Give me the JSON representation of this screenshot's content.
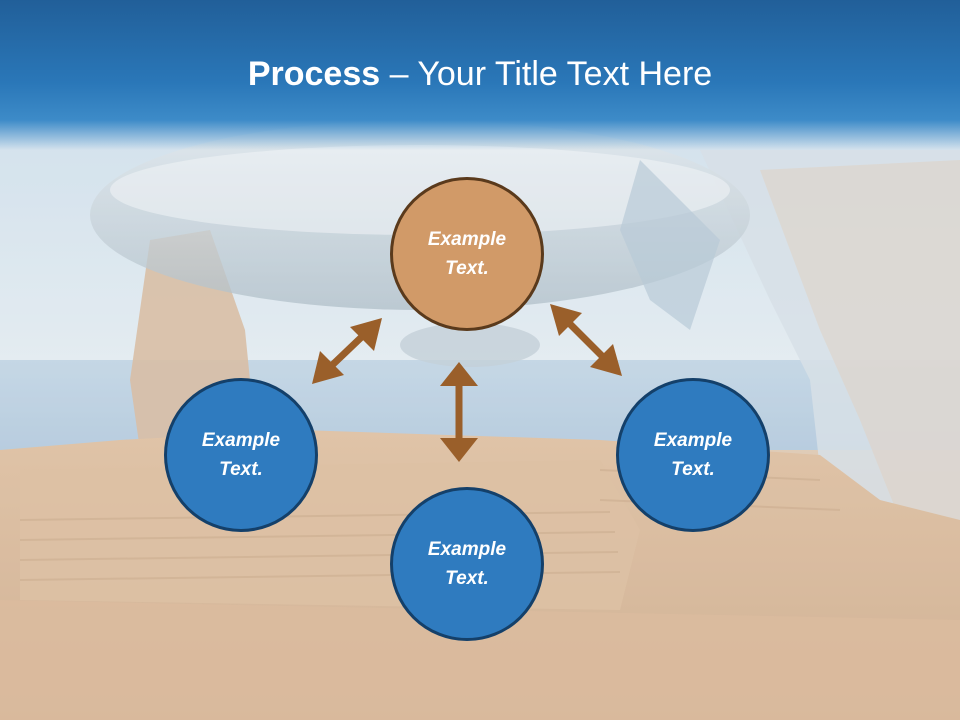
{
  "slide": {
    "title_bold": "Process",
    "title_rest": " – Your Title Text Here"
  },
  "nodes": {
    "top": {
      "line1": "Example",
      "line2": "Text."
    },
    "left": {
      "line1": "Example",
      "line2": "Text."
    },
    "right": {
      "line1": "Example",
      "line2": "Text."
    },
    "bottom": {
      "line1": "Example",
      "line2": "Text."
    }
  },
  "colors": {
    "header": "#2a77b8",
    "node_blue": "#2f7bbf",
    "node_orange": "#d19a68",
    "arrow": "#9a5f2a"
  }
}
